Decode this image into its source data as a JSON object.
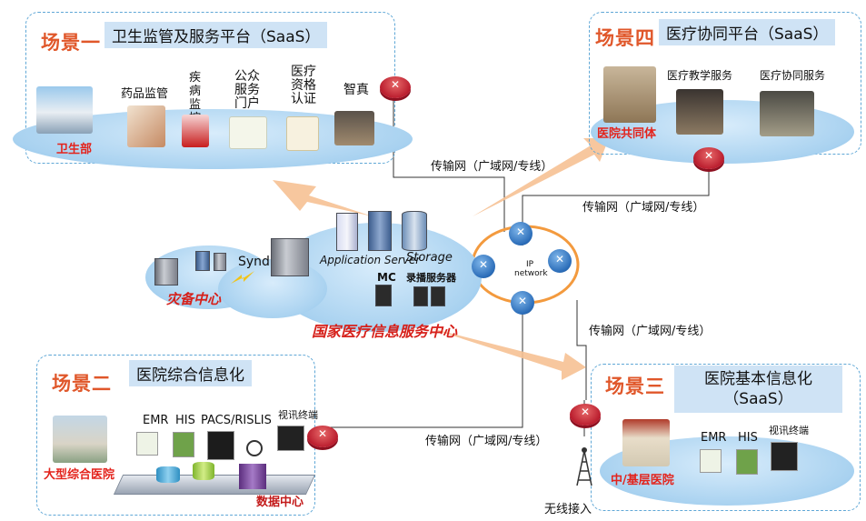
{
  "scene1": {
    "tag": "场景一",
    "title": "卫生监管及服务平台（SaaS）"
  },
  "scene2": {
    "tag": "场景二",
    "title": "医院综合信息化"
  },
  "scene3": {
    "tag": "场景三",
    "title_line1": "医院基本信息化",
    "title_line2": "（SaaS）"
  },
  "scene4": {
    "tag": "场景四",
    "title": "医疗协同平台（SaaS）"
  },
  "scene1_items": {
    "health_dept": "卫生部",
    "drug": "药品监管",
    "disease": "疾病监控",
    "portal": "公众服务门户",
    "cert": "医疗资格认证",
    "smart": "智真"
  },
  "scene4_items": {
    "teaching": "医疗教学服务",
    "collab": "医疗协同服务",
    "community": "医院共同体"
  },
  "center": {
    "name": "国家医疗信息服务中心",
    "backup": "灾备中心",
    "synd": "Synd",
    "app_server": "Application Server",
    "storage": "Storage",
    "mc": "MC",
    "media": "录播服务器",
    "ip_network": "IP network"
  },
  "scene2_items": {
    "emr": "EMR",
    "his": "HIS",
    "pacs": "PACS/RISLIS",
    "video": "视讯终端",
    "hospital": "大型综合医院",
    "datacenter": "数据中心"
  },
  "scene3_items": {
    "emr": "EMR",
    "his": "HIS",
    "video": "视讯终端",
    "hospital": "中/基层医院"
  },
  "links": {
    "l1": "传输网（广域网/专线）",
    "l2": "传输网（广域网/专线）",
    "l3": "传输网（广域网/专线）",
    "l4": "传输网（广域网/专线）",
    "wireless": "无线接入"
  }
}
